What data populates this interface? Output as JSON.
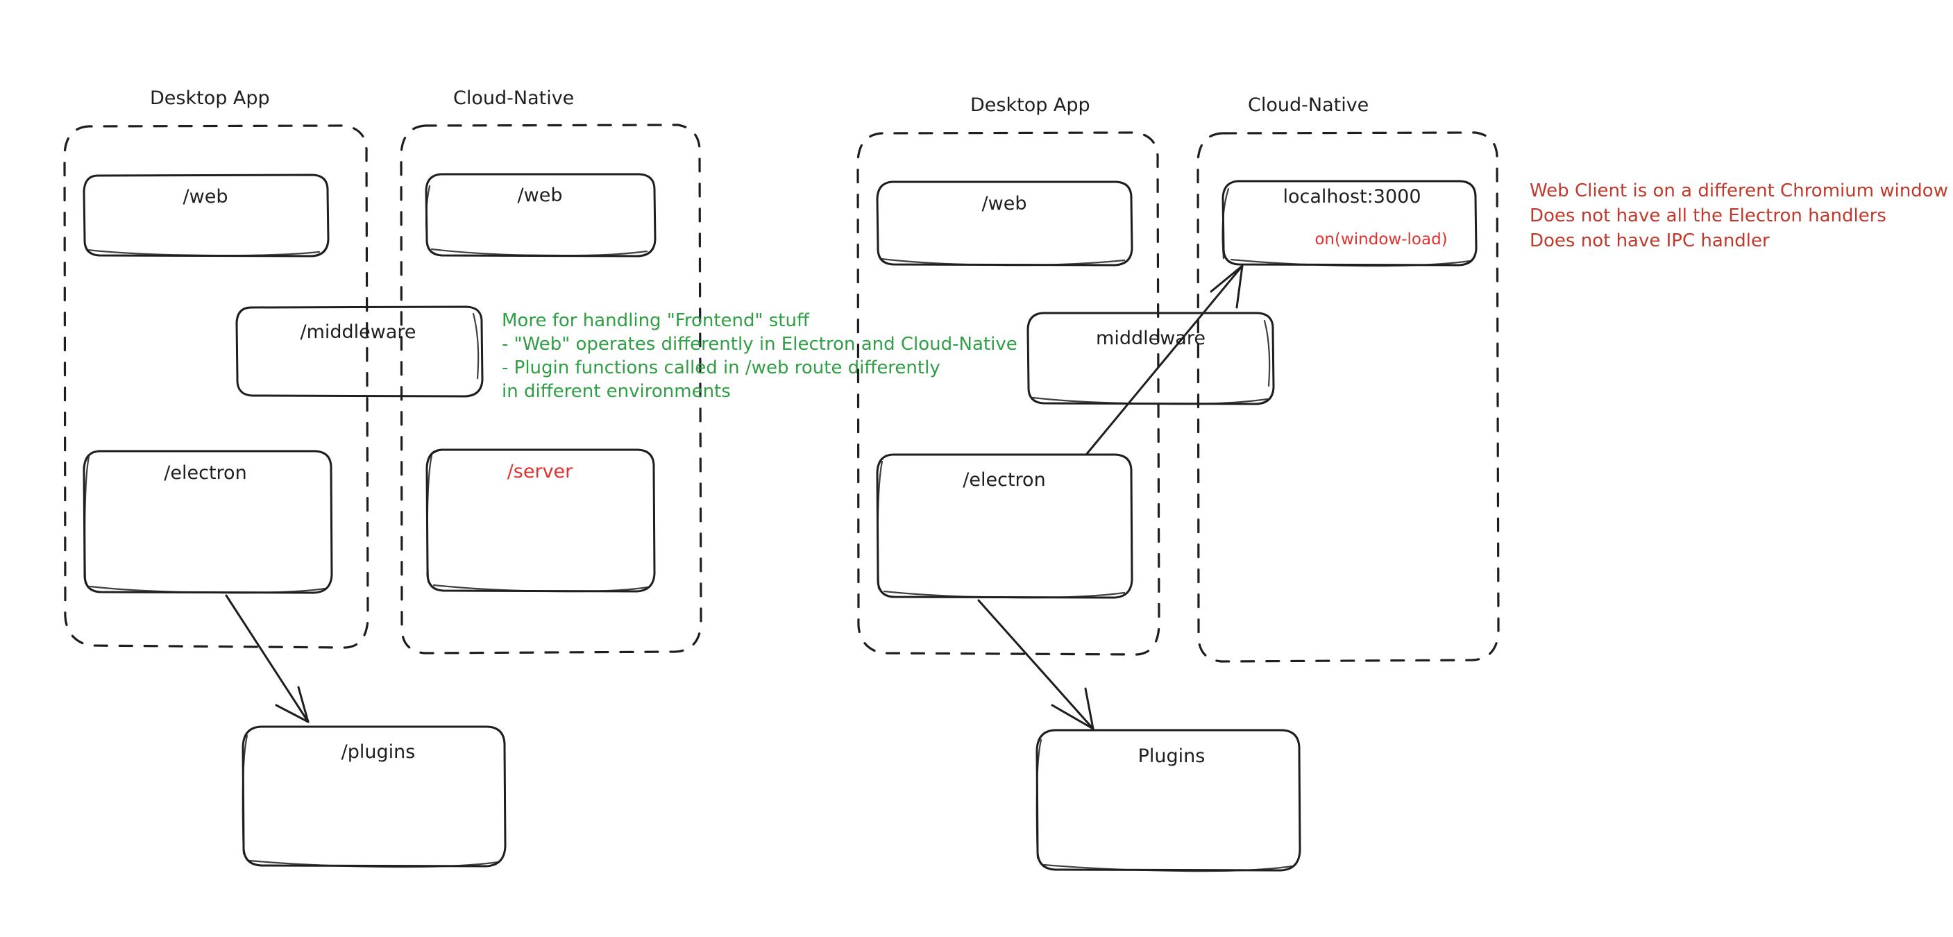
{
  "canvas": {
    "background": "#ffffff",
    "stroke_color": "#1e1e1e",
    "green_color": "#2f9e44",
    "red_color": "#e03131",
    "note_red_color": "#c0392b"
  },
  "left_diagram": {
    "groups": [
      {
        "label": "Desktop App"
      },
      {
        "label": "Cloud-Native"
      }
    ],
    "boxes": [
      {
        "label": "/web"
      },
      {
        "label": "/web"
      },
      {
        "label": "/middleware"
      },
      {
        "label": "/electron"
      },
      {
        "label": "/server"
      },
      {
        "label": "/plugins"
      }
    ]
  },
  "right_diagram": {
    "groups": [
      {
        "label": "Desktop App"
      },
      {
        "label": "Cloud-Native"
      }
    ],
    "boxes": [
      {
        "label": "/web"
      },
      {
        "label": "localhost:3000",
        "sublabel": "on(window-load)"
      },
      {
        "label": "middleware"
      },
      {
        "label": "/electron"
      },
      {
        "label": "Plugins"
      }
    ]
  },
  "notes": {
    "green": [
      "More for handling \"Frontend\" stuff",
      "- \"Web\" operates differently in Electron and Cloud-Native",
      "- Plugin functions called in /web route differently",
      "in different environments"
    ],
    "red": [
      "Web Client is on a different Chromium window",
      "Does not have all the Electron handlers",
      "Does not have IPC handler"
    ]
  }
}
